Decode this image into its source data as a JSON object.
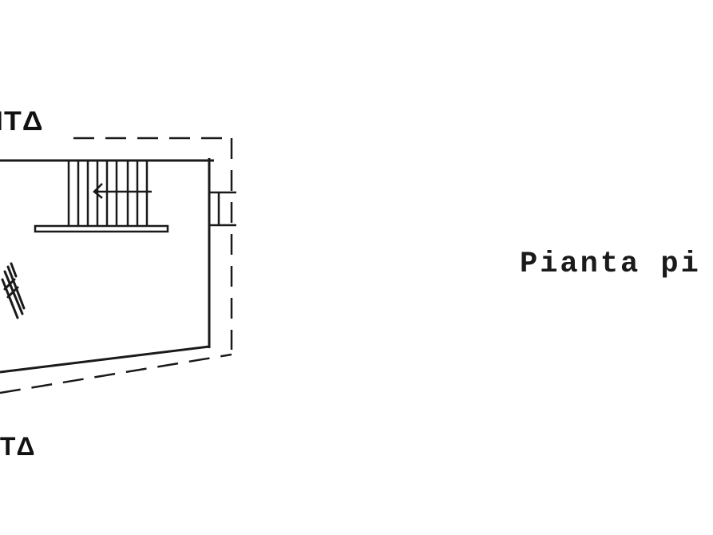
{
  "labels": {
    "top_street": "ITΔ",
    "bottom_street": "ITΔ",
    "caption": "Pianta pi"
  }
}
